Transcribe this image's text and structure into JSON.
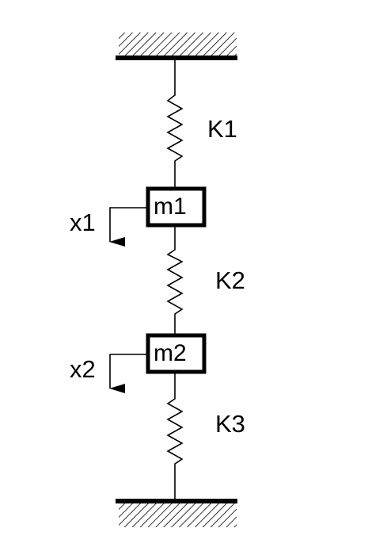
{
  "colors": {
    "ink": "#000000",
    "background": "#ffffff"
  },
  "labels": {
    "k1": "K1",
    "k2": "K2",
    "k3": "K3",
    "m1": "m1",
    "m2": "m2",
    "x1": "x1",
    "x2": "x2"
  }
}
